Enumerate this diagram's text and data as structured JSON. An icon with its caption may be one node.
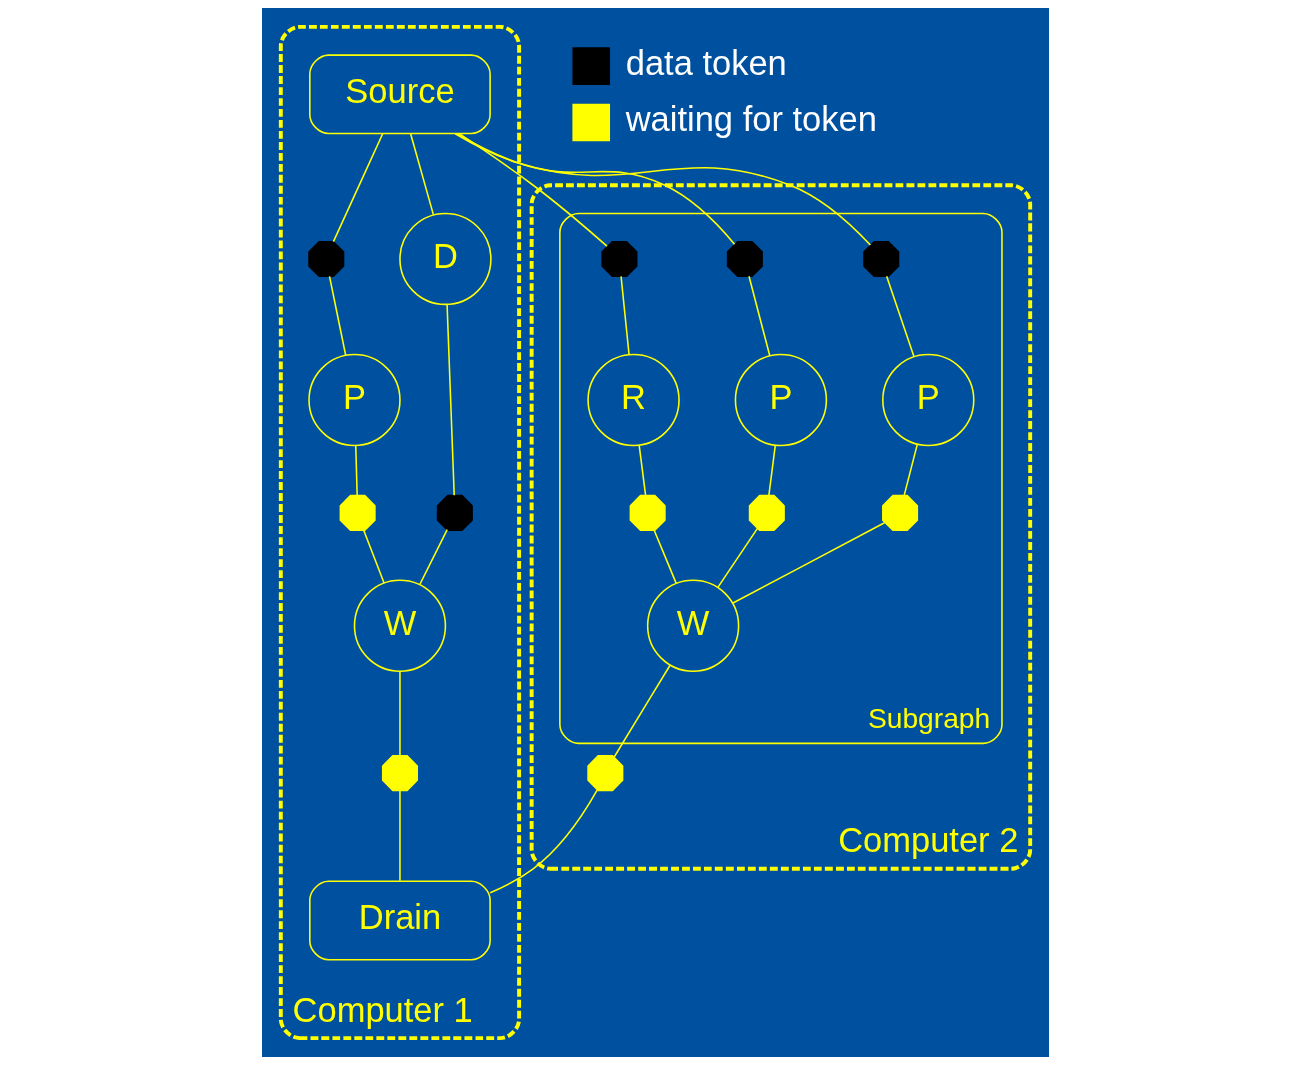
{
  "diagram": {
    "nodes": [
      {
        "text": [
          "Computer 1"
        ]
      },
      {
        "text": [
          "Source"
        ],
        "in": 0
      },
      {
        "text": [],
        "shape": "octagon",
        "in": 0
      },
      {
        "text": [
          "P"
        ],
        "in": 0
      },
      {
        "text": [
          "D"
        ],
        "in": 0
      },
      {
        "text": [],
        "shape": "octagon",
        "in": 0
      },
      {
        "text": [],
        "shape": "octagon",
        "in": 0
      },
      {
        "text": [
          "W"
        ],
        "in": 0
      },
      {
        "text": [],
        "shape": "octagon",
        "in": 0
      },
      {
        "text": [
          "Drain"
        ],
        "in": 0
      },
      {
        "text": [
          "Computer 2"
        ]
      },
      {
        "text": [
          "Subgraph"
        ],
        "in": 10
      },
      {
        "text": [],
        "shape": "octagon",
        "in": 11
      },
      {
        "text": [],
        "shape": "octagon",
        "in": 11
      },
      {
        "text": [],
        "shape": "octagon",
        "in": 11
      },
      {
        "text": [
          "P"
        ],
        "in": 11
      },
      {
        "text": [
          "P"
        ],
        "in": 11
      },
      {
        "text": [
          "R"
        ],
        "in": 11
      },
      {
        "text": [],
        "shape": "octagon",
        "in": 11
      },
      {
        "text": [],
        "shape": "octagon",
        "in": 11
      },
      {
        "text": [],
        "shape": "octagon",
        "in": 11
      },
      {
        "text": [
          "W"
        ],
        "in": 11
      },
      {
        "text": [],
        "shape": "octagon",
        "in": 10
      }
    ],
    "edges": [
      {
        "from": 1,
        "to": 2,
        "arrow": "none"
      },
      {
        "from": 2,
        "to": 3,
        "arrow": "none"
      },
      {
        "from": 1,
        "to": 4,
        "arrow": "none"
      },
      {
        "from": 3,
        "to": 5,
        "arrow": "none"
      },
      {
        "from": 5,
        "to": 7,
        "arrow": "none"
      },
      {
        "from": 4,
        "to": 6,
        "arrow": "none"
      },
      {
        "from": 6,
        "to": 7,
        "arrow": "none"
      },
      {
        "from": 7,
        "to": 8,
        "arrow": "none"
      },
      {
        "from": 8,
        "to": 9,
        "arrow": "none"
      },
      {
        "from": 1,
        "to": 12,
        "arrow": "none"
      },
      {
        "from": 1,
        "to": 13,
        "arrow": "none"
      },
      {
        "from": 1,
        "to": 14,
        "arrow": "none"
      },
      {
        "from": 12,
        "to": 15,
        "arrow": "none"
      },
      {
        "from": 13,
        "to": 16,
        "arrow": "none"
      },
      {
        "from": 14,
        "to": 17,
        "arrow": "none"
      },
      {
        "from": 15,
        "to": 18,
        "arrow": "none"
      },
      {
        "from": 18,
        "to": 21,
        "arrow": "none"
      },
      {
        "from": 16,
        "to": 19,
        "arrow": "none"
      },
      {
        "from": 19,
        "to": 21,
        "arrow": "none"
      },
      {
        "from": 17,
        "to": 20,
        "arrow": "none"
      },
      {
        "from": 20,
        "to": 21,
        "arrow": "none"
      },
      {
        "from": 21,
        "to": 22,
        "arrow": "none"
      },
      {
        "from": 22,
        "to": 9,
        "arrow": "none"
      }
    ],
    "legend": [
      {
        "text": "data token",
        "color": "#000000"
      },
      {
        "text": "waiting for token",
        "color": "#ffff00"
      }
    ]
  }
}
